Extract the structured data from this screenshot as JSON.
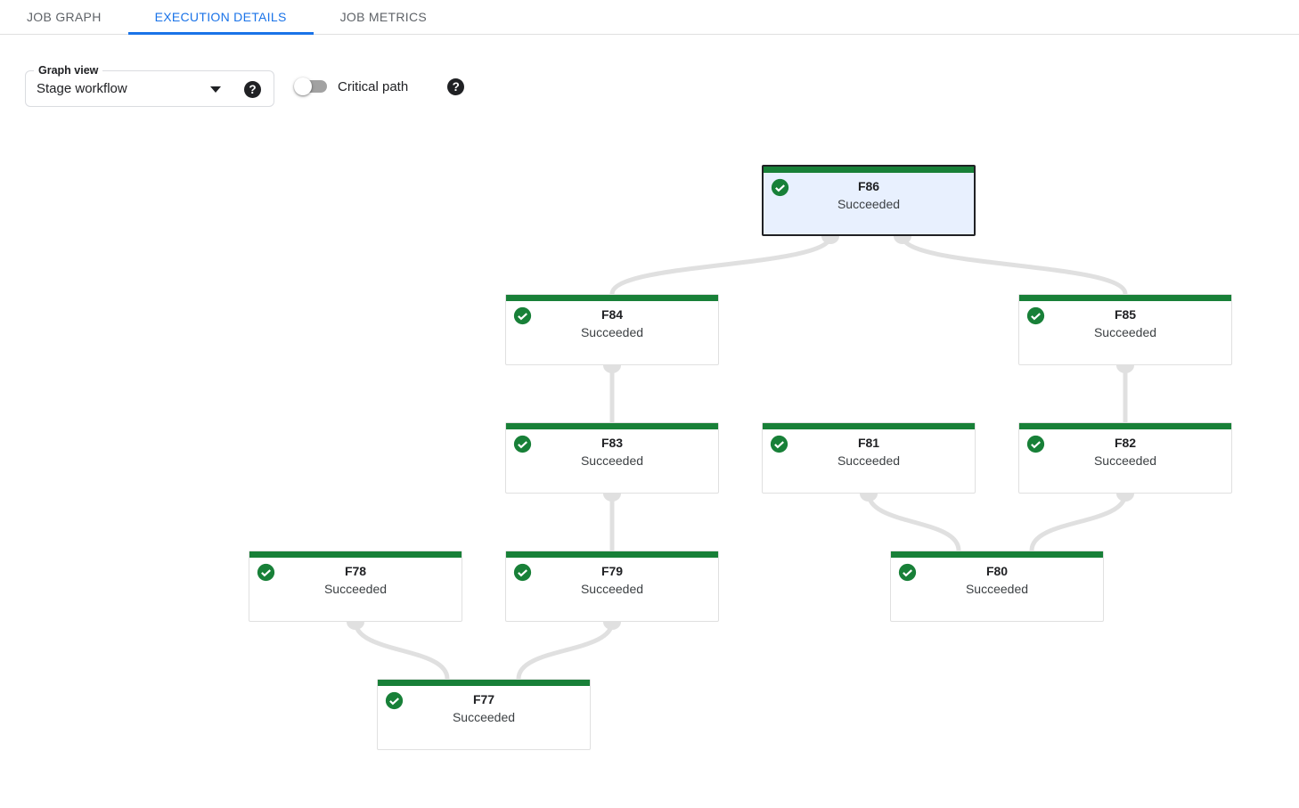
{
  "tabs": [
    {
      "label": "JOB GRAPH",
      "active": false
    },
    {
      "label": "EXECUTION DETAILS",
      "active": true
    },
    {
      "label": "JOB METRICS",
      "active": false
    }
  ],
  "controls": {
    "graph_view": {
      "label": "Graph view",
      "value": "Stage workflow"
    },
    "critical_path": {
      "label": "Critical path",
      "enabled": false
    }
  },
  "icons": {
    "help": "?"
  },
  "colors": {
    "accent_blue": "#1a73e8",
    "success_green": "#188038",
    "edge_gray": "#e0e0e0",
    "selected_node_bg": "#e8f0fe",
    "selected_node_border": "#202124"
  },
  "graph": {
    "nodes": [
      {
        "id": "F86",
        "label": "F86",
        "status": "Succeeded",
        "selected": true
      },
      {
        "id": "F84",
        "label": "F84",
        "status": "Succeeded",
        "selected": false
      },
      {
        "id": "F85",
        "label": "F85",
        "status": "Succeeded",
        "selected": false
      },
      {
        "id": "F83",
        "label": "F83",
        "status": "Succeeded",
        "selected": false
      },
      {
        "id": "F81",
        "label": "F81",
        "status": "Succeeded",
        "selected": false
      },
      {
        "id": "F82",
        "label": "F82",
        "status": "Succeeded",
        "selected": false
      },
      {
        "id": "F78",
        "label": "F78",
        "status": "Succeeded",
        "selected": false
      },
      {
        "id": "F79",
        "label": "F79",
        "status": "Succeeded",
        "selected": false
      },
      {
        "id": "F80",
        "label": "F80",
        "status": "Succeeded",
        "selected": false
      },
      {
        "id": "F77",
        "label": "F77",
        "status": "Succeeded",
        "selected": false
      }
    ],
    "edges": [
      {
        "from": "F86",
        "to": "F84"
      },
      {
        "from": "F86",
        "to": "F85"
      },
      {
        "from": "F84",
        "to": "F83"
      },
      {
        "from": "F85",
        "to": "F82"
      },
      {
        "from": "F83",
        "to": "F79"
      },
      {
        "from": "F81",
        "to": "F80"
      },
      {
        "from": "F82",
        "to": "F80"
      },
      {
        "from": "F78",
        "to": "F77"
      },
      {
        "from": "F79",
        "to": "F77"
      }
    ]
  }
}
